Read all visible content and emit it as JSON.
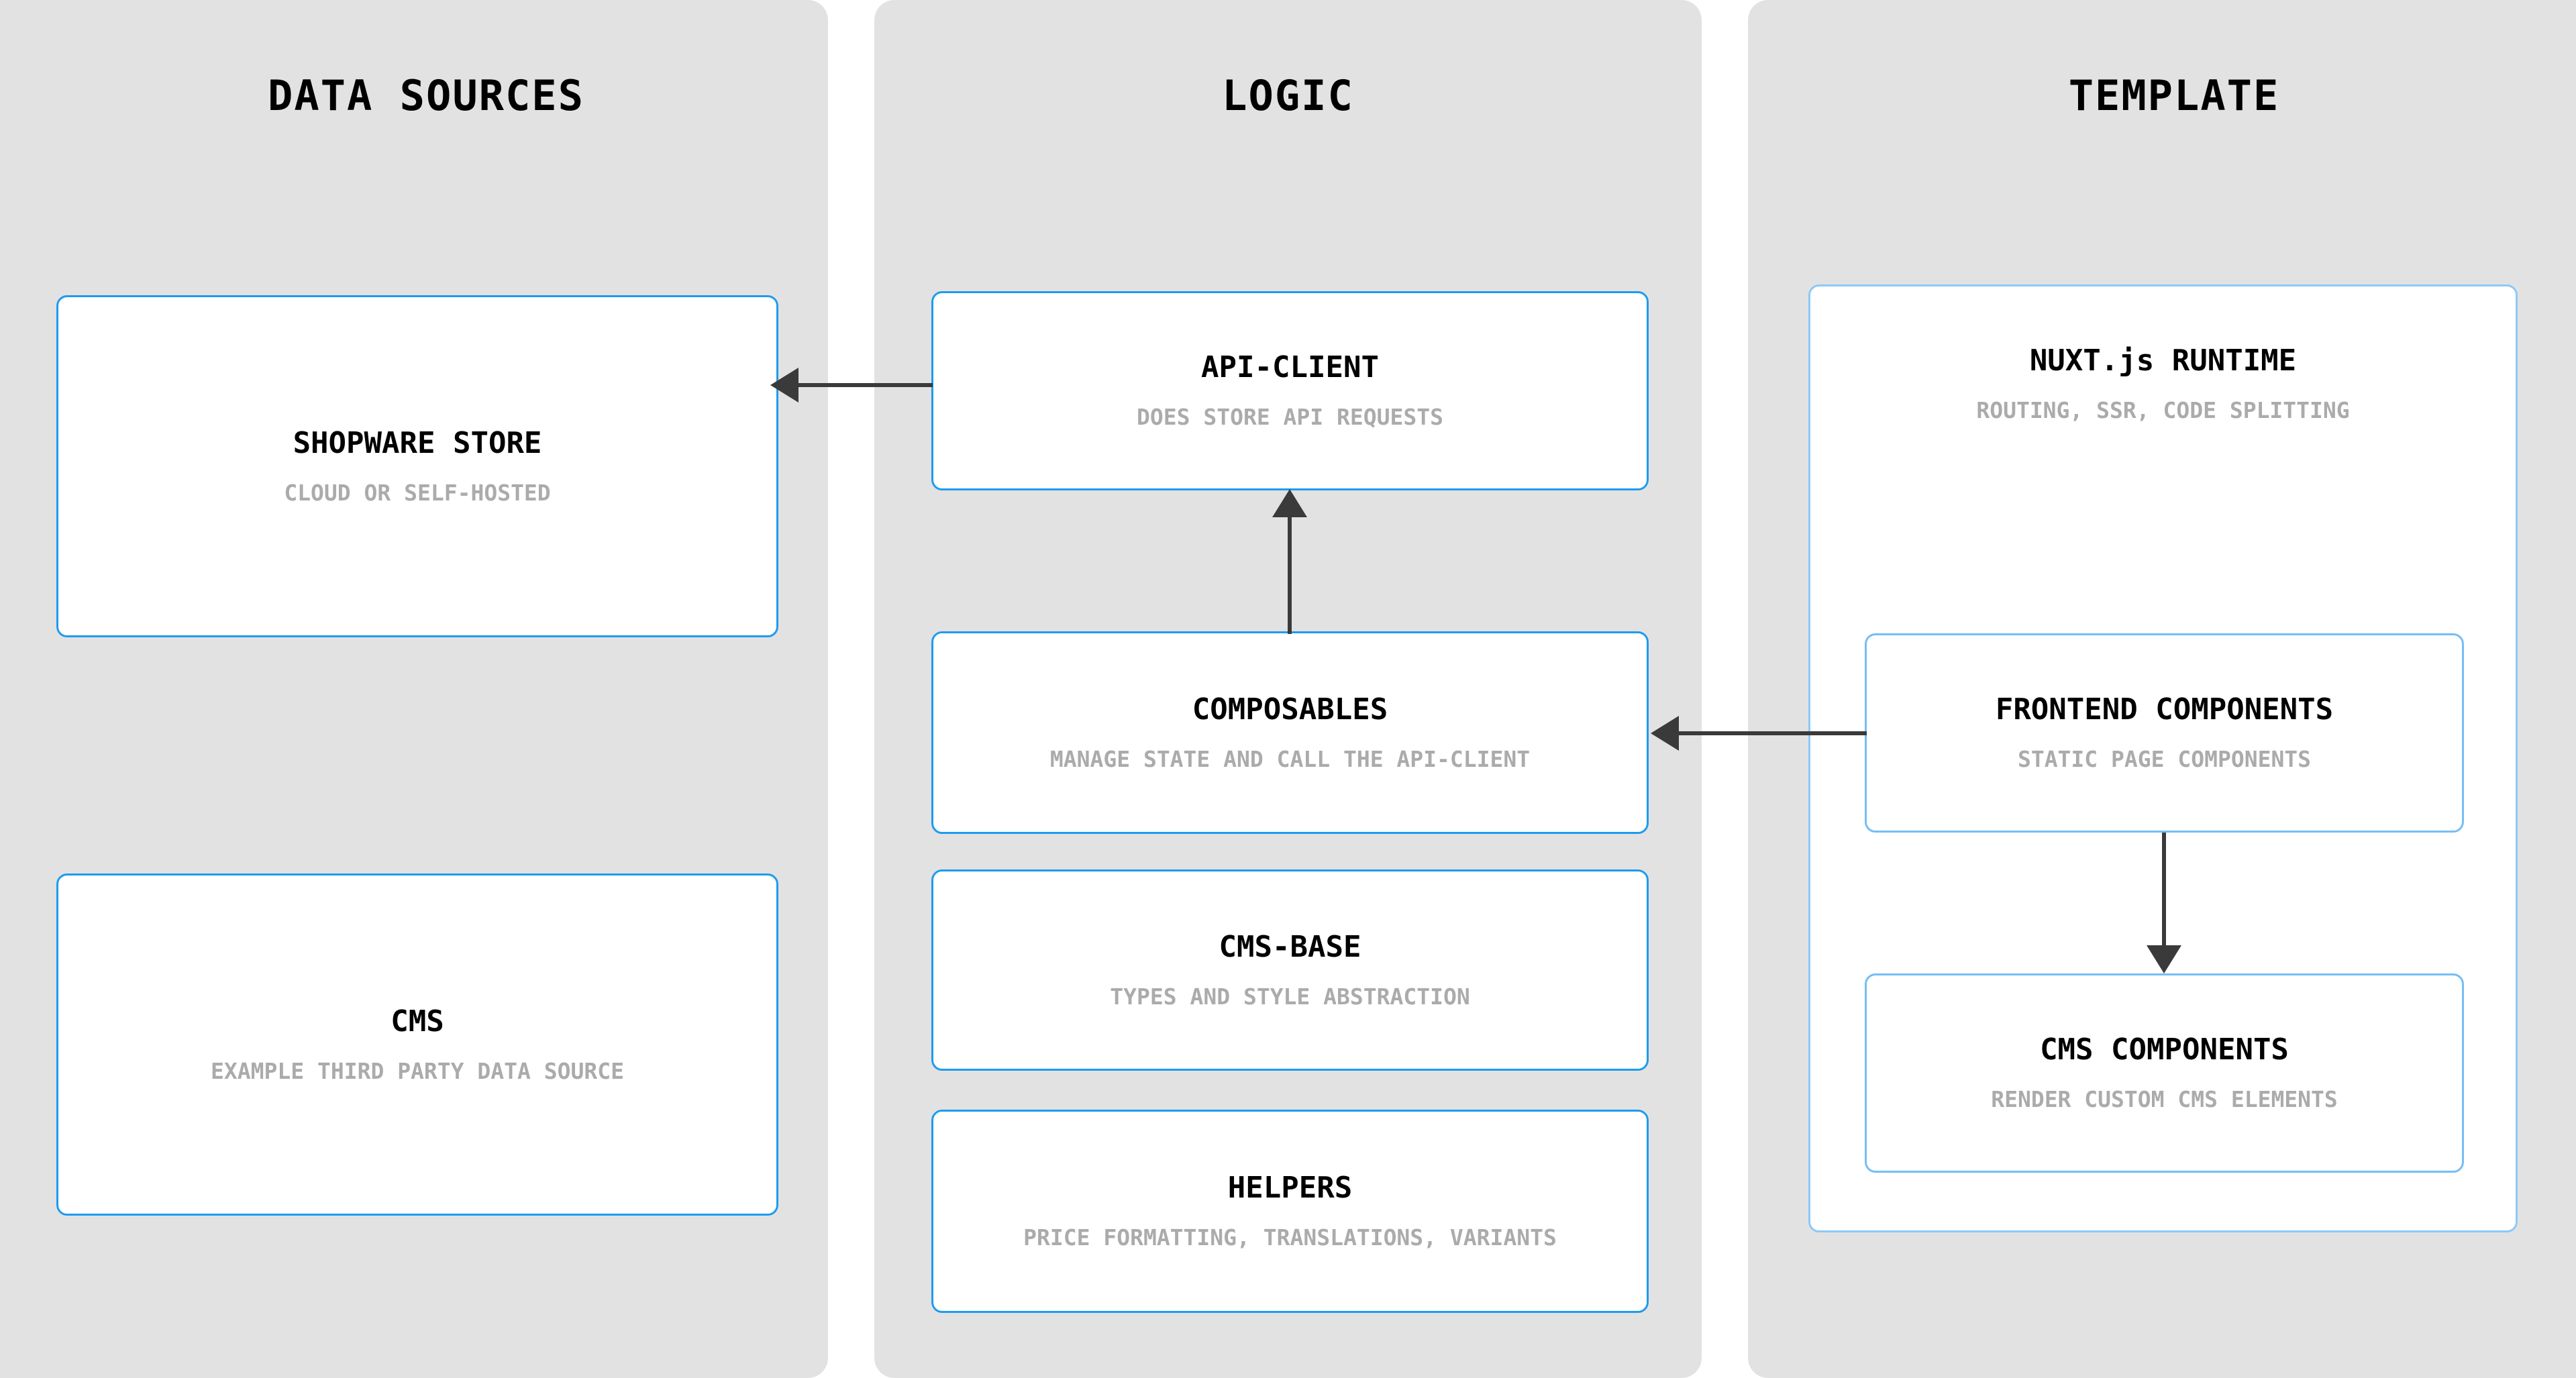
{
  "diagram": {
    "columns": [
      {
        "id": "data-sources",
        "title": "DATA SOURCES",
        "nodes": [
          {
            "id": "shopware-store",
            "title": "SHOPWARE STORE",
            "subtitle": "CLOUD OR SELF-HOSTED"
          },
          {
            "id": "cms",
            "title": "CMS",
            "subtitle": "EXAMPLE THIRD PARTY DATA SOURCE"
          }
        ]
      },
      {
        "id": "logic",
        "title": "LOGIC",
        "nodes": [
          {
            "id": "api-client",
            "title": "API-CLIENT",
            "subtitle": "DOES STORE API REQUESTS"
          },
          {
            "id": "composables",
            "title": "COMPOSABLES",
            "subtitle": "MANAGE STATE AND CALL THE API-CLIENT"
          },
          {
            "id": "cms-base",
            "title": "CMS-BASE",
            "subtitle": "TYPES AND STYLE ABSTRACTION"
          },
          {
            "id": "helpers",
            "title": "HELPERS",
            "subtitle": "PRICE FORMATTING, TRANSLATIONS, VARIANTS"
          }
        ]
      },
      {
        "id": "template",
        "title": "TEMPLATE",
        "nodes": [
          {
            "id": "nuxt-runtime",
            "title": "NUXT.js RUNTIME",
            "subtitle": "ROUTING, SSR, CODE SPLITTING"
          },
          {
            "id": "frontend-components",
            "title": "FRONTEND COMPONENTS",
            "subtitle": "STATIC PAGE COMPONENTS"
          },
          {
            "id": "cms-components",
            "title": "CMS COMPONENTS",
            "subtitle": "RENDER CUSTOM CMS ELEMENTS"
          }
        ]
      }
    ],
    "connections": [
      {
        "id": "api-client-to-shopware-store",
        "from": "api-client",
        "to": "shopware-store",
        "direction": "left"
      },
      {
        "id": "composables-to-api-client",
        "from": "composables",
        "to": "api-client",
        "direction": "up"
      },
      {
        "id": "frontend-components-to-composables",
        "from": "frontend-components",
        "to": "composables",
        "direction": "left"
      },
      {
        "id": "frontend-components-to-cms-components",
        "from": "frontend-components",
        "to": "cms-components",
        "direction": "down"
      }
    ],
    "colors": {
      "column_background": "#E2E2E2",
      "node_background": "#FFFFFF",
      "node_border": "#1E9BF0",
      "nested_node_border": "#74BEF5",
      "container_border": "#8CC9F7",
      "title_text": "#000000",
      "subtitle_text": "#ABABAB",
      "connector": "#3A3A3A",
      "page_background": "#FFFFFF"
    }
  }
}
